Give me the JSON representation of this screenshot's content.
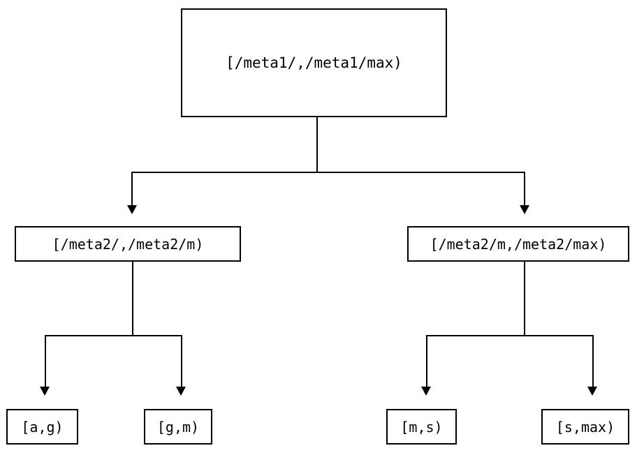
{
  "diagram": {
    "type": "tree",
    "title": "",
    "orientation": "top-down",
    "colors": {
      "stroke": "#000000",
      "fill": "#ffffff",
      "text": "#000000"
    },
    "levels": [
      {
        "level": 1,
        "nodes": [
          {
            "id": "root",
            "label": "[/meta1/,/meta1/max)"
          }
        ]
      },
      {
        "level": 2,
        "nodes": [
          {
            "id": "mid-left",
            "label": "[/meta2/,/meta2/m)"
          },
          {
            "id": "mid-right",
            "label": "[/meta2/m,/meta2/max)"
          }
        ]
      },
      {
        "level": 3,
        "nodes": [
          {
            "id": "leaf-1",
            "label": "[a,g)"
          },
          {
            "id": "leaf-2",
            "label": "[g,m)"
          },
          {
            "id": "leaf-3",
            "label": "[m,s)"
          },
          {
            "id": "leaf-4",
            "label": "[s,max)"
          }
        ]
      }
    ],
    "edges": [
      {
        "from": "root",
        "to": "mid-left",
        "arrow": "down"
      },
      {
        "from": "root",
        "to": "mid-right",
        "arrow": "down"
      },
      {
        "from": "mid-left",
        "to": "leaf-1",
        "arrow": "down"
      },
      {
        "from": "mid-left",
        "to": "leaf-2",
        "arrow": "down"
      },
      {
        "from": "mid-right",
        "to": "leaf-3",
        "arrow": "down"
      },
      {
        "from": "mid-right",
        "to": "leaf-4",
        "arrow": "down"
      }
    ]
  }
}
